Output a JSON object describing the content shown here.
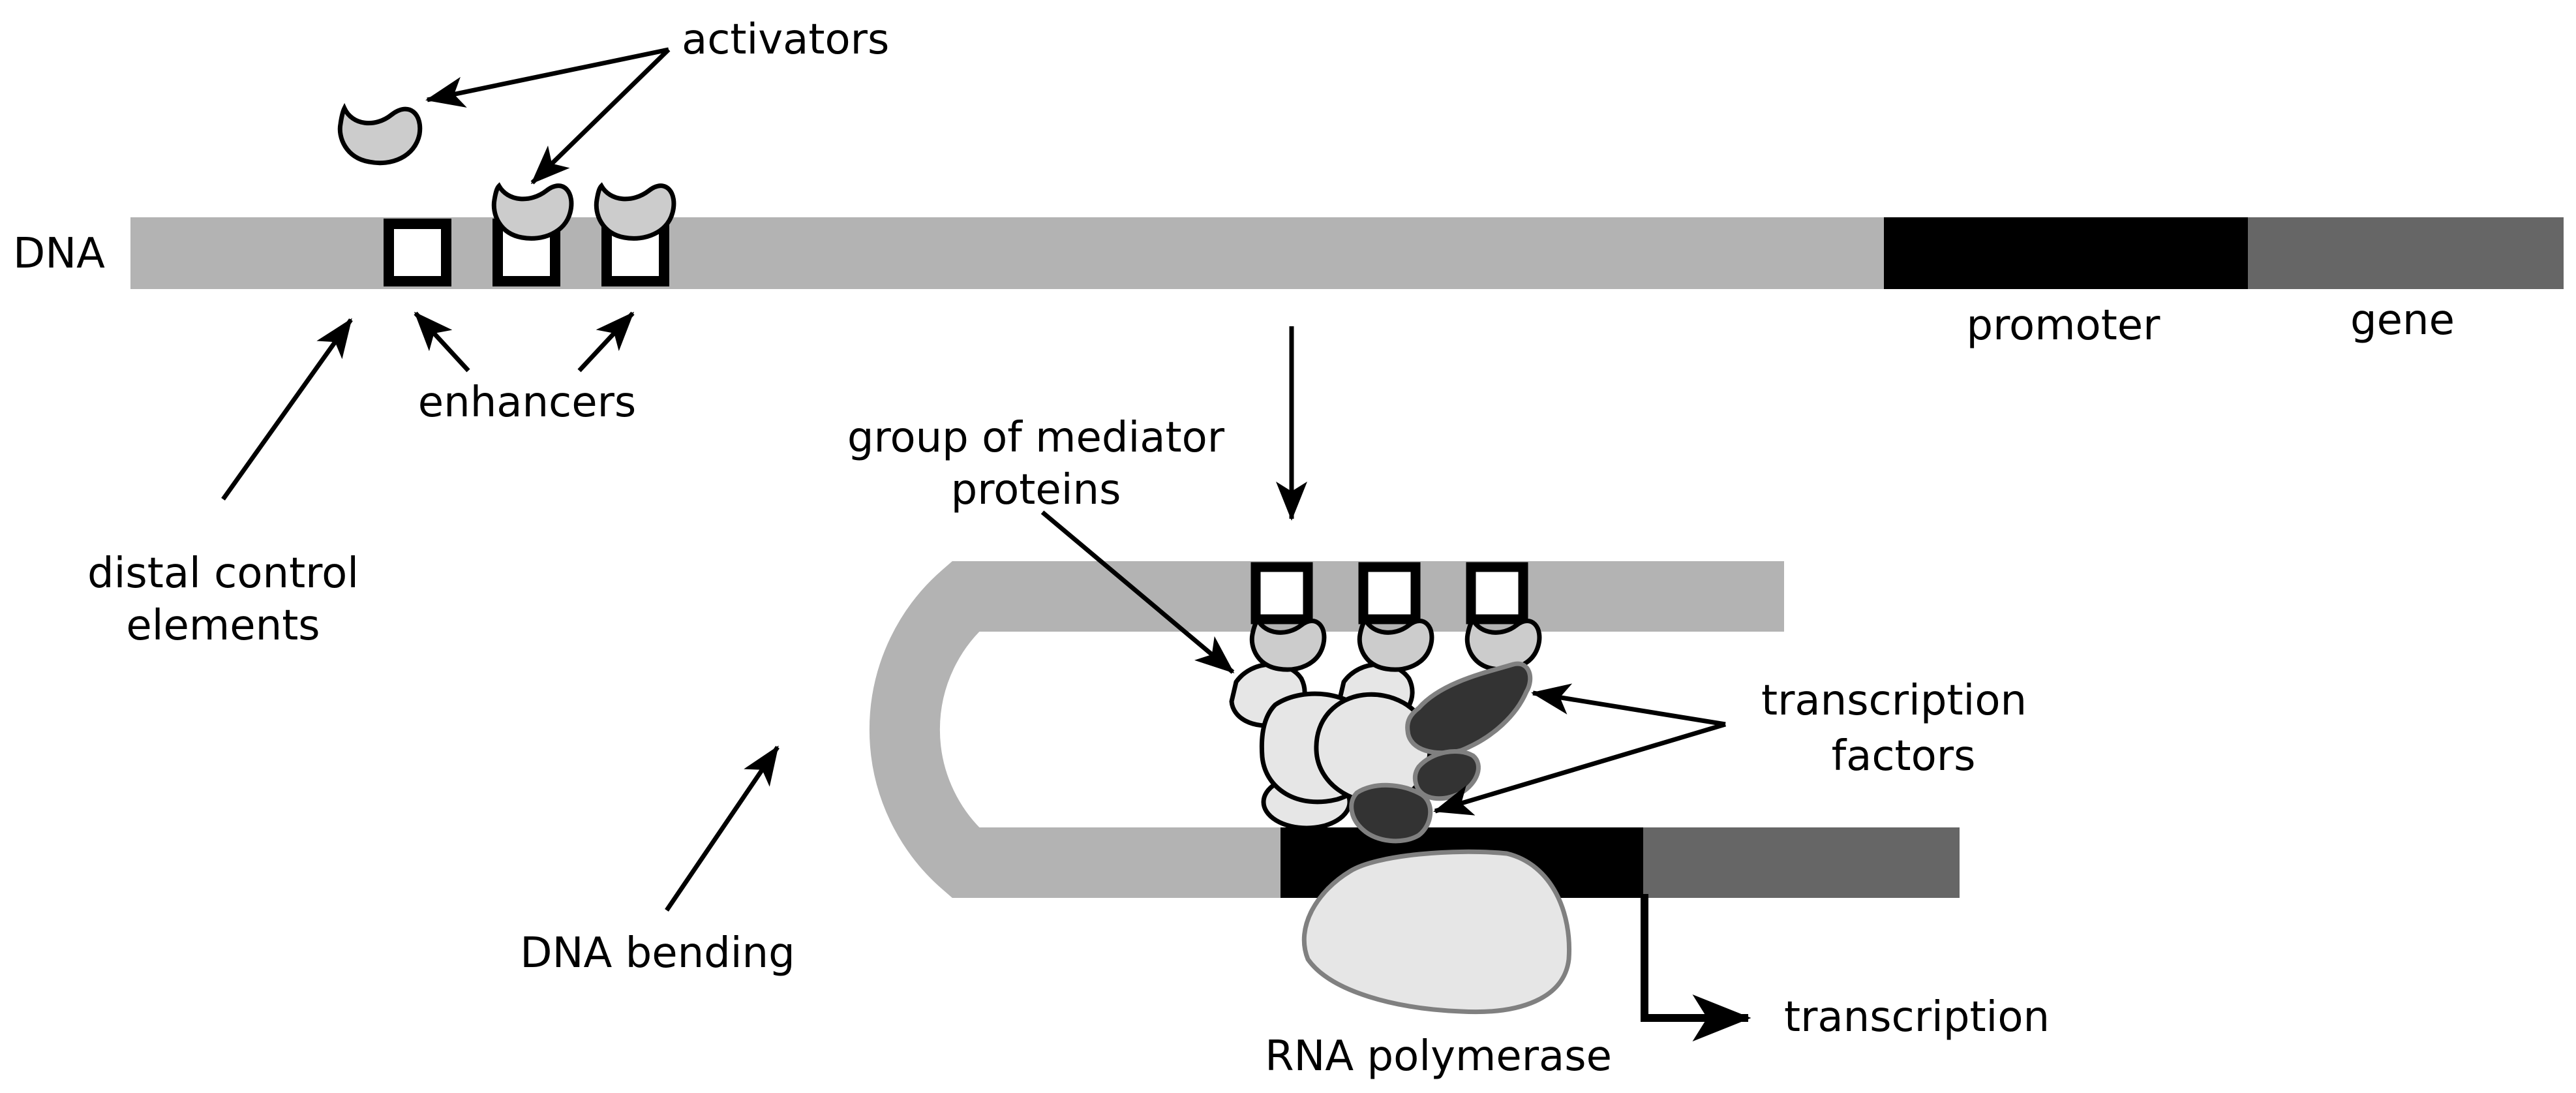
{
  "labels": {
    "dna": "DNA",
    "activators": "activators",
    "enhancers": "enhancers",
    "distal_control_line1": "distal control",
    "distal_control_line2": "elements",
    "promoter": "promoter",
    "gene": "gene",
    "mediator_line1": "group of mediator",
    "mediator_line2": "proteins",
    "tf_line1": "transcription",
    "tf_line2": "factors",
    "dna_bending": "DNA bending",
    "rna_polymerase": "RNA polymerase",
    "transcription": "transcription"
  },
  "colors": {
    "dna": "#b3b3b3",
    "promoter": "#000000",
    "gene": "#666666",
    "activator": "#cccccc",
    "mediator": "#e6e6e6",
    "transcription_factor": "#333333",
    "rna_polymerase": "#e6e6e6"
  }
}
